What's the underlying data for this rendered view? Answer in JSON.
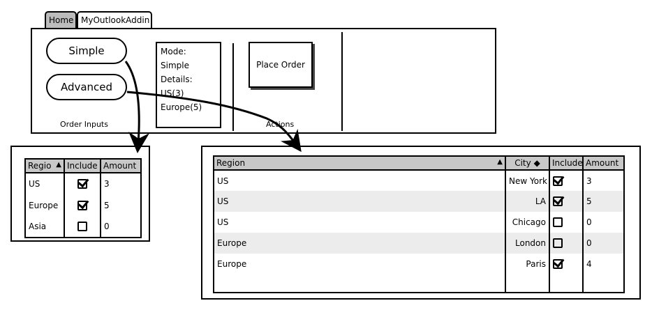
{
  "tabs": [
    {
      "label": "Home"
    },
    {
      "label": "MyOutlookAddin"
    }
  ],
  "ribbon": {
    "order_inputs": {
      "simple_label": "Simple",
      "advanced_label": "Advanced",
      "group_label": "Order Inputs"
    },
    "details": {
      "lines": [
        "Mode: Simple",
        "Details:",
        "US(3)",
        "Europe(5)"
      ]
    },
    "actions": {
      "place_order_label": "Place Order",
      "group_label": "Actions"
    }
  },
  "simple_grid": {
    "headers": [
      "Regio",
      "Include",
      "Amount"
    ],
    "sort_icon": "▲",
    "rows": [
      {
        "region": "US",
        "include": true,
        "amount": "3"
      },
      {
        "region": "Europe",
        "include": true,
        "amount": "5"
      },
      {
        "region": "Asia",
        "include": false,
        "amount": "0"
      }
    ]
  },
  "advanced_grid": {
    "headers": [
      "Region",
      "City",
      "Include",
      "Amount"
    ],
    "region_sort_icon": "▲",
    "city_sort_icon": "◆",
    "rows": [
      {
        "region": "US",
        "city": "New York",
        "include": true,
        "amount": "3"
      },
      {
        "region": "US",
        "city": "LA",
        "include": true,
        "amount": "5"
      },
      {
        "region": "US",
        "city": "Chicago",
        "include": false,
        "amount": "0"
      },
      {
        "region": "Europe",
        "city": "London",
        "include": false,
        "amount": "0"
      },
      {
        "region": "Europe",
        "city": "Paris",
        "include": true,
        "amount": "4"
      }
    ]
  }
}
